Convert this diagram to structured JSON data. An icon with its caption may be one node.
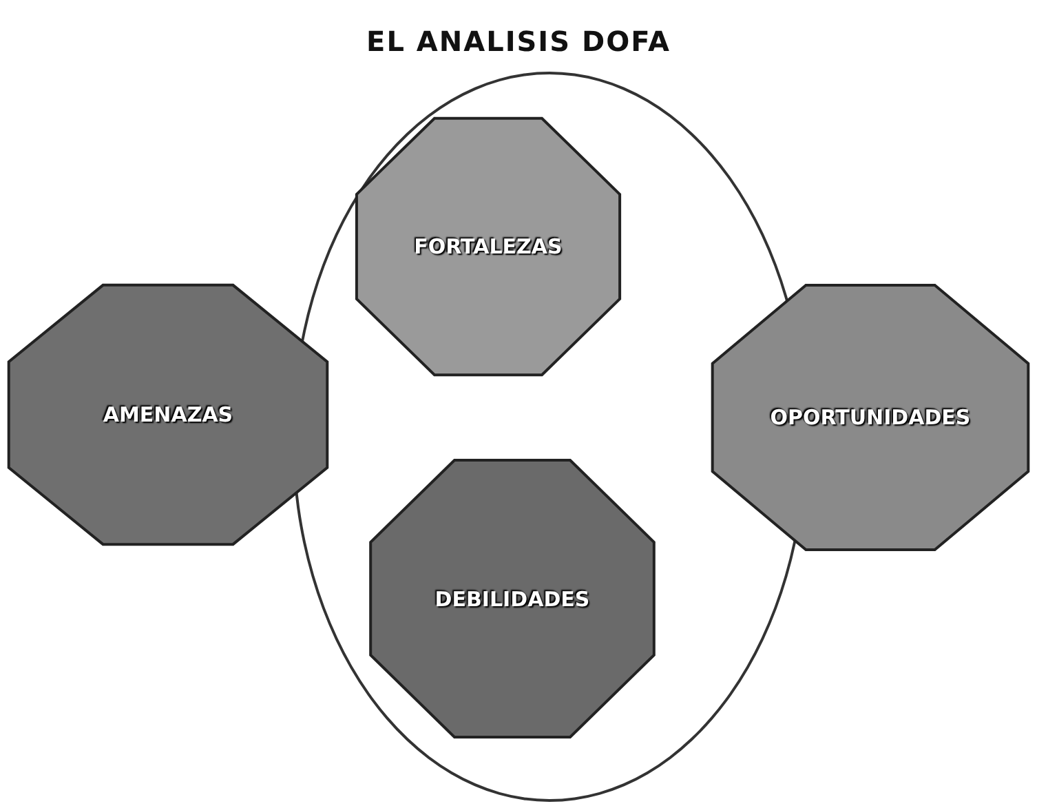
{
  "diagram": {
    "title": "EL ANALISIS DOFA",
    "nodes": [
      {
        "text": [],
        "shape": "ellipse"
      },
      {
        "text": [
          "FORTALEZAS"
        ],
        "in": 0
      },
      {
        "text": [
          "AMENAZAS"
        ]
      },
      {
        "text": [
          "OPORTUNIDADES"
        ]
      },
      {
        "text": [
          "DEBILIDADES"
        ],
        "in": 0
      }
    ],
    "edges": []
  }
}
